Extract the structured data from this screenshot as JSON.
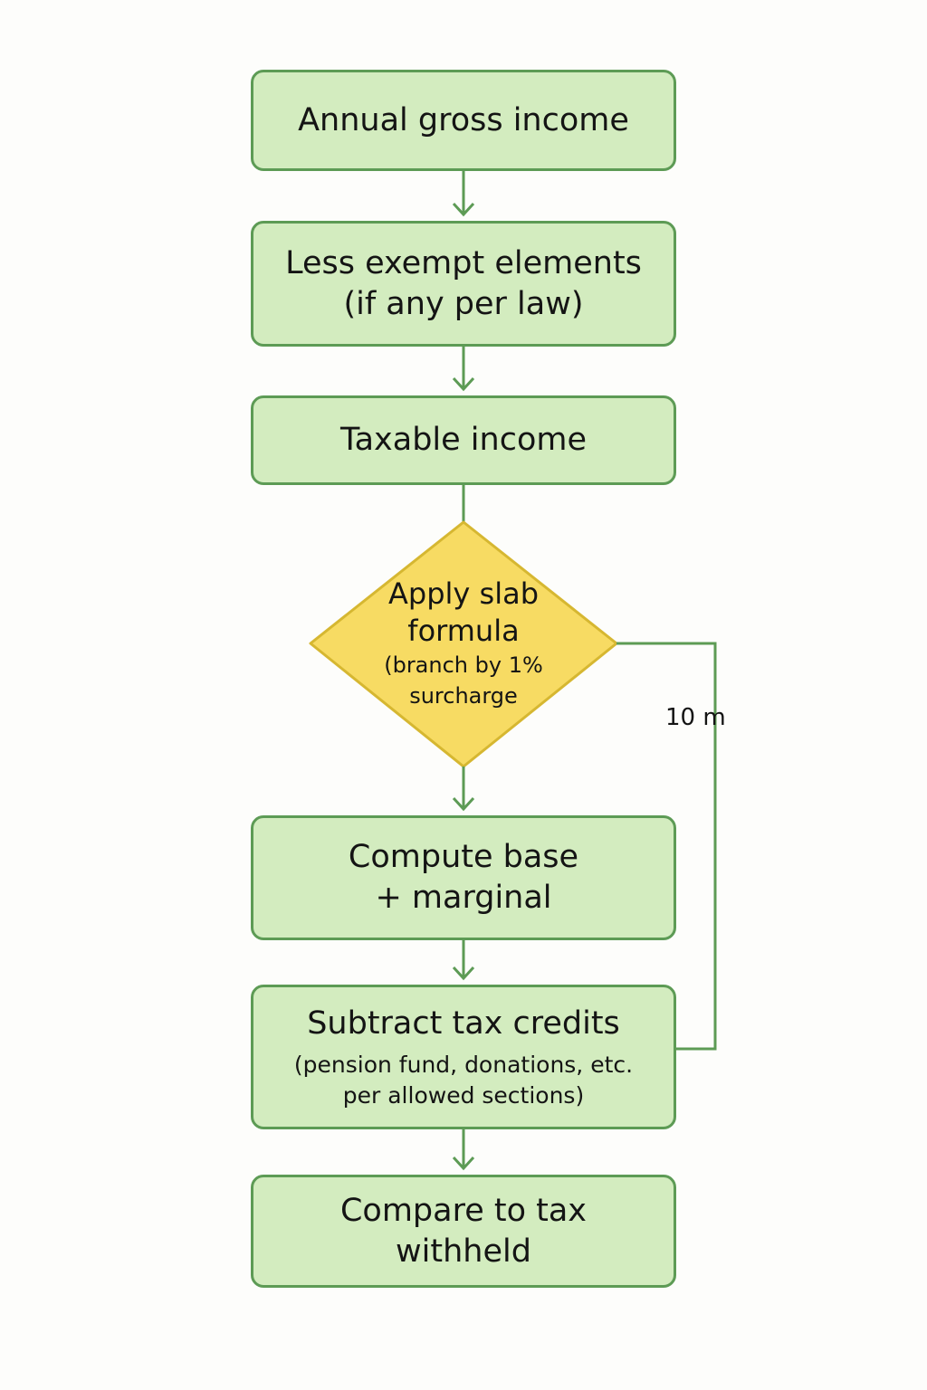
{
  "flowchart": {
    "gross_income": "Annual gross income",
    "exempt": {
      "line1": "Less exempt elements",
      "line2": "(if any per law)"
    },
    "taxable_income": "Taxable income",
    "decision": {
      "line1": "Apply slab",
      "line2": "formula",
      "line3": "(branch by 1%",
      "line4": "surcharge"
    },
    "compute": {
      "line1": "Compute base",
      "line2": "+ marginal"
    },
    "credits": {
      "title": "Subtract tax credits",
      "line1": "(pension fund, donations, etc.",
      "line2": "per allowed sections)"
    },
    "compare": {
      "line1": "Compare to tax",
      "line2": "withheld"
    },
    "loop_label": "10 m"
  },
  "colors": {
    "box_fill": "#d3ecbf",
    "box_border": "#5d9b55",
    "decision_fill": "#f7db63",
    "decision_border": "#d6b731",
    "connector": "#5d9b55"
  }
}
